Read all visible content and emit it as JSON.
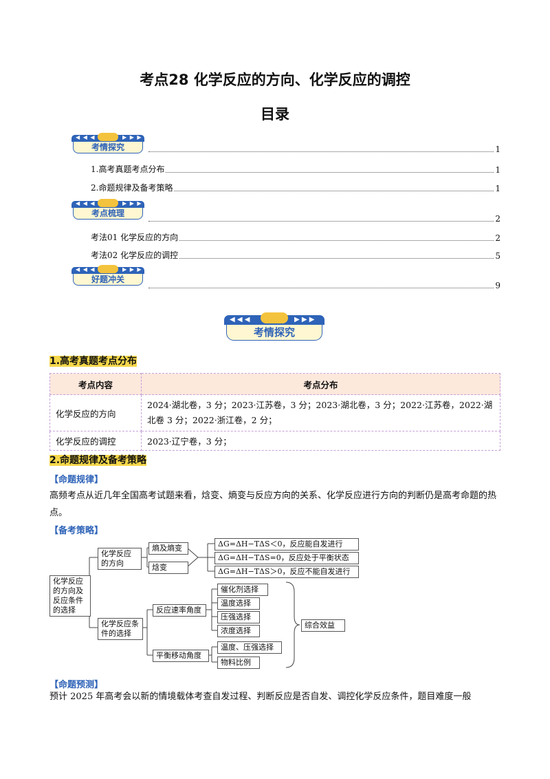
{
  "title": "考点28  化学反应的方向、化学反应的调控",
  "subtitle": "目录",
  "toc": {
    "badges": [
      "考情探究",
      "考点梳理",
      "好题冲关"
    ],
    "entries": [
      {
        "text": "",
        "page": "1"
      },
      {
        "text": "1.高考真题考点分布",
        "page": "1"
      },
      {
        "text": "2.命题规律及备考策略",
        "page": "1"
      },
      {
        "text": "",
        "page": "2"
      },
      {
        "text": "考法01  化学反应的方向",
        "page": "2"
      },
      {
        "text": "考法02  化学反应的调控",
        "page": "5"
      },
      {
        "text": "",
        "page": "9"
      }
    ]
  },
  "section_badge": "考情探究",
  "section1": {
    "heading": "1.高考真题考点分布",
    "headers": [
      "考点内容",
      "考点分布"
    ],
    "rows": [
      {
        "topic": "化学反应的方向",
        "dist": "2024·湖北卷，3 分；2023·江苏卷，3 分；2023·湖北卷，3 分；2022·江苏卷，2022·湖北卷 3 分；2022·浙江卷，2 分；"
      },
      {
        "topic": "化学反应的调控",
        "dist": "2023·辽宁卷，3 分；"
      }
    ]
  },
  "section2": {
    "heading": "2.命题规律及备考策略",
    "rule_label": "【命题规律】",
    "rule_text": "高频考点从近几年全国高考试题来看，焓变、熵变与反应方向的关系、化学反应进行方向的判断仍是高考命题的热点。",
    "strategy_label": "【备考策略】",
    "predict_label": "【命题预测】",
    "predict_text": "预计 2025 年高考会以新的情境载体考查自发过程、判断反应是否自发、调控化学反应条件，题目难度一般"
  },
  "diagram": {
    "root": "化学反应的方向及反应条件的选择",
    "direction": "化学反应的方向",
    "entropy": "熵及熵变",
    "enthalpy": "焓变",
    "cond1": "ΔG=ΔH−TΔS＜0，反应能自发进行",
    "cond2": "ΔG=ΔH−TΔS=0，反应处于平衡状态",
    "cond3": "ΔG=ΔH−TΔS＞0，反应不能自发进行",
    "selection": "化学反应条件的选择",
    "rate": "反应速率角度",
    "equilibrium": "平衡移动角度",
    "catalyst": "催化剂选择",
    "temp": "温度选择",
    "pressure": "压强选择",
    "concentration": "浓度选择",
    "temp_pressure": "温度、压强选择",
    "ratio": "物料比例",
    "benefit": "综合效益"
  }
}
